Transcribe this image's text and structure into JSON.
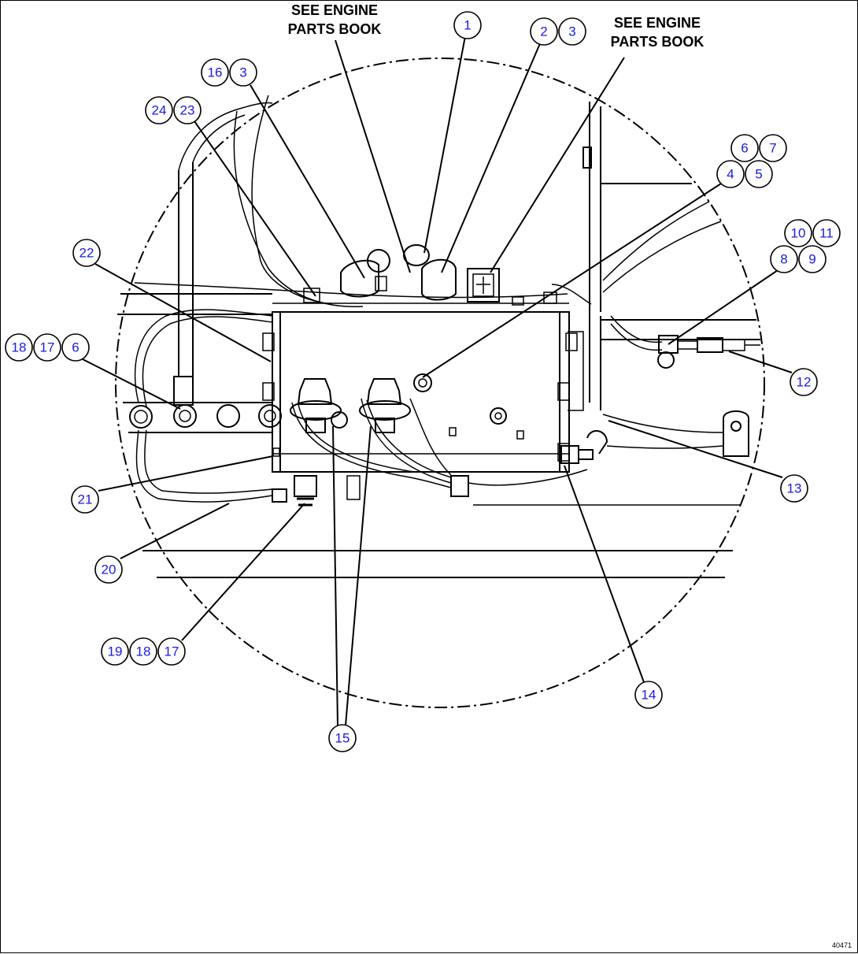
{
  "notes": {
    "engine_ref_1": [
      "SEE ENGINE",
      "PARTS BOOK"
    ],
    "engine_ref_2": [
      "SEE ENGINE",
      "PARTS BOOK"
    ]
  },
  "drawing_code": "40471",
  "callouts": {
    "c1": "1",
    "c2": "2",
    "c3a": "3",
    "c16": "16",
    "c3b": "3",
    "c24": "24",
    "c23": "23",
    "c6a": "6",
    "c7": "7",
    "c4": "4",
    "c5": "5",
    "c10": "10",
    "c11": "11",
    "c8": "8",
    "c9": "9",
    "c22": "22",
    "c18a": "18",
    "c17a": "17",
    "c6b": "6",
    "c12": "12",
    "c13": "13",
    "c21": "21",
    "c20": "20",
    "c19": "19",
    "c18b": "18",
    "c17b": "17",
    "c14": "14",
    "c15": "15"
  }
}
